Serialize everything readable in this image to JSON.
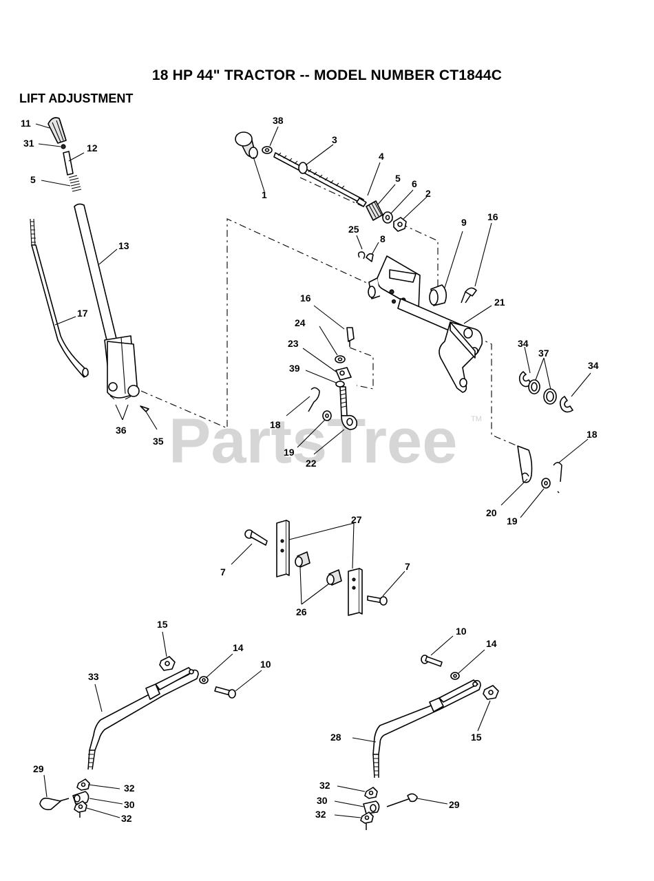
{
  "header": {
    "title": "18 HP 44\" TRACTOR -- MODEL NUMBER CT1844C",
    "section": "LIFT ADJUSTMENT"
  },
  "watermark": {
    "brand": "PartsTree",
    "trademark": "TM"
  },
  "callouts": {
    "c1": "1",
    "c2": "2",
    "c3": "3",
    "c4": "4",
    "c5a": "5",
    "c5b": "5",
    "c6": "6",
    "c7a": "7",
    "c7b": "7",
    "c8": "8",
    "c9": "9",
    "c10a": "10",
    "c10b": "10",
    "c11": "11",
    "c12": "12",
    "c13": "13",
    "c14a": "14",
    "c14b": "14",
    "c15a": "15",
    "c15b": "15",
    "c16a": "16",
    "c16b": "16",
    "c17": "17",
    "c18a": "18",
    "c18b": "18",
    "c19a": "19",
    "c19b": "19",
    "c20": "20",
    "c21": "21",
    "c22": "22",
    "c23": "23",
    "c24": "24",
    "c25": "25",
    "c26": "26",
    "c27": "27",
    "c28": "28",
    "c29a": "29",
    "c29b": "29",
    "c30a": "30",
    "c30b": "30",
    "c31": "31",
    "c32a": "32",
    "c32b": "32",
    "c32c": "32",
    "c32d": "32",
    "c33": "33",
    "c34a": "34",
    "c34b": "34",
    "c35": "35",
    "c36": "36",
    "c37": "37",
    "c38": "38",
    "c39": "39"
  }
}
